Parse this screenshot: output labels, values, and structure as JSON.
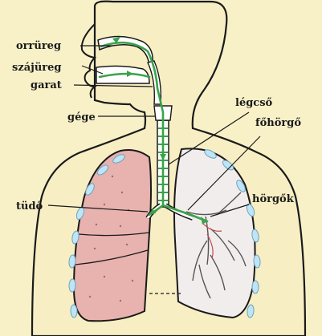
{
  "labels": {
    "orrureg": "orrüreg",
    "szajureg": "szájüreg",
    "garat": "garat",
    "gege": "gége",
    "legcso": "légcső",
    "fohorgo": "főhörgő",
    "tudo": "tüdő",
    "horgok": "hörgők"
  },
  "colors": {
    "background": "#f8f1c8",
    "body_fill": "#f7eec3",
    "airway_green": "#3aa34a",
    "lung_left": "#e8b2ae",
    "lung_right": "#f2eded",
    "rib_blue": "#bfe4f5",
    "outline": "#1a1a1a"
  }
}
